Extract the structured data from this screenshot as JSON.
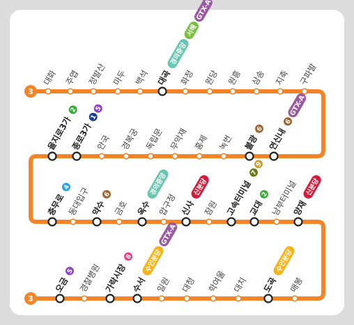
{
  "line": {
    "number": "3",
    "color": "#f58426"
  },
  "badge_colors": {
    "1": "#1b3f95",
    "2": "#3aab3a",
    "4": "#2ba3dc",
    "5": "#8d44c8",
    "6": "#a0662d",
    "7": "#6a7a1a",
    "8": "#e3457e",
    "9": "#c9a233",
    "경의중앙": "#69c6b0",
    "서해": "#7cc242",
    "GTX-A": "#9a5aa0",
    "신분당": "#d31d3c",
    "수인분당": "#f5b417"
  },
  "rows": [
    {
      "stations": [
        {
          "name": "대화",
          "major": false,
          "badges": []
        },
        {
          "name": "주엽",
          "major": false,
          "badges": []
        },
        {
          "name": "정발산",
          "major": false,
          "badges": []
        },
        {
          "name": "마두",
          "major": false,
          "badges": []
        },
        {
          "name": "백석",
          "major": false,
          "badges": []
        },
        {
          "name": "대곡",
          "major": true,
          "badges": [
            "경의중앙",
            "서해",
            "GTX-A"
          ]
        },
        {
          "name": "화정",
          "major": false,
          "badges": []
        },
        {
          "name": "원당",
          "major": false,
          "badges": []
        },
        {
          "name": "원흥",
          "major": false,
          "badges": []
        },
        {
          "name": "삼송",
          "major": false,
          "badges": []
        },
        {
          "name": "지축",
          "major": false,
          "badges": []
        },
        {
          "name": "구파발",
          "major": false,
          "badges": []
        }
      ]
    },
    {
      "stations": [
        {
          "name": "연신내",
          "major": true,
          "badges": [
            "6",
            "GTX-A"
          ]
        },
        {
          "name": "불광",
          "major": true,
          "badges": [
            "6"
          ]
        },
        {
          "name": "녹번",
          "major": false,
          "badges": []
        },
        {
          "name": "홍제",
          "major": false,
          "badges": []
        },
        {
          "name": "무악재",
          "major": false,
          "badges": []
        },
        {
          "name": "독립문",
          "major": false,
          "badges": []
        },
        {
          "name": "경복궁",
          "major": false,
          "badges": []
        },
        {
          "name": "안국",
          "major": false,
          "badges": []
        },
        {
          "name": "종로3가",
          "major": true,
          "badges": [
            "1",
            "5"
          ]
        },
        {
          "name": "을지로3가",
          "major": true,
          "badges": [
            "2"
          ]
        }
      ]
    },
    {
      "stations": [
        {
          "name": "충무로",
          "major": true,
          "badges": [
            "4"
          ]
        },
        {
          "name": "동대입구",
          "major": false,
          "badges": []
        },
        {
          "name": "약수",
          "major": true,
          "badges": [
            "6"
          ]
        },
        {
          "name": "금호",
          "major": false,
          "badges": []
        },
        {
          "name": "옥수",
          "major": true,
          "badges": [
            "경의중앙"
          ]
        },
        {
          "name": "압구정",
          "major": false,
          "badges": []
        },
        {
          "name": "신사",
          "major": true,
          "badges": [
            "신분당"
          ]
        },
        {
          "name": "잠원",
          "major": false,
          "badges": []
        },
        {
          "name": "고속터미널",
          "major": true,
          "badges": [
            "7",
            "9"
          ]
        },
        {
          "name": "교대",
          "major": true,
          "badges": [
            "2"
          ]
        },
        {
          "name": "남부터미널",
          "major": false,
          "badges": []
        },
        {
          "name": "양재",
          "major": true,
          "badges": [
            "신분당"
          ]
        }
      ]
    },
    {
      "stations": [
        {
          "name": "오금",
          "major": true,
          "badges": [
            "5"
          ]
        },
        {
          "name": "경찰병원",
          "major": false,
          "badges": []
        },
        {
          "name": "가락시장",
          "major": true,
          "badges": [
            "8"
          ]
        },
        {
          "name": "수서",
          "major": true,
          "badges": [
            "수인분당",
            "GTX-A"
          ]
        },
        {
          "name": "일원",
          "major": false,
          "badges": []
        },
        {
          "name": "대청",
          "major": false,
          "badges": []
        },
        {
          "name": "학여울",
          "major": false,
          "badges": []
        },
        {
          "name": "대치",
          "major": false,
          "badges": []
        },
        {
          "name": "도곡",
          "major": true,
          "badges": [
            "수인분당"
          ]
        },
        {
          "name": "매봉",
          "major": false,
          "badges": []
        }
      ]
    }
  ]
}
